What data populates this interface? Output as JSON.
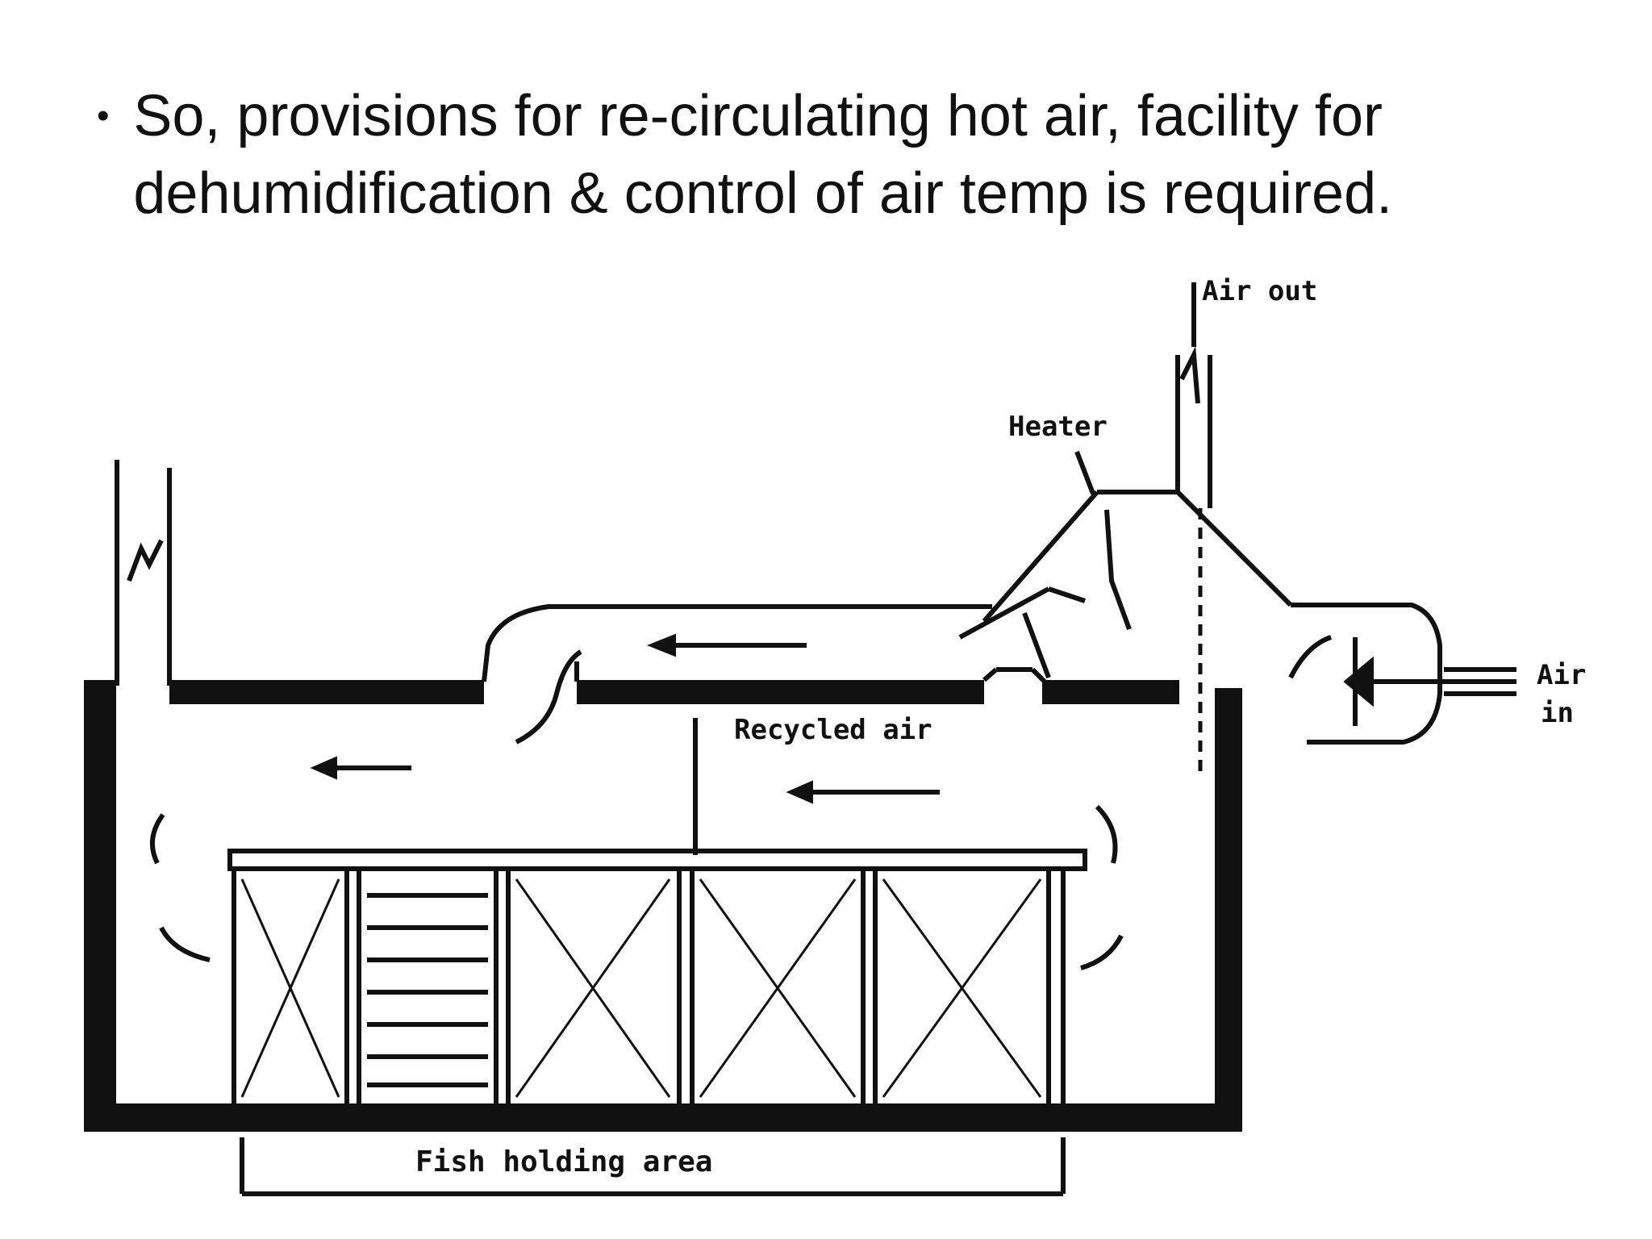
{
  "slide": {
    "bullet_text": "So, provisions for re-circulating hot air, facility for dehumidification & control of air temp is required."
  },
  "diagram": {
    "labels": {
      "air_out": "Air out",
      "heater": "Heater",
      "recycled_air": "Recycled air",
      "air_in_line1": "Air",
      "air_in_line2": "in",
      "fish_holding_area": "Fish holding area"
    }
  }
}
